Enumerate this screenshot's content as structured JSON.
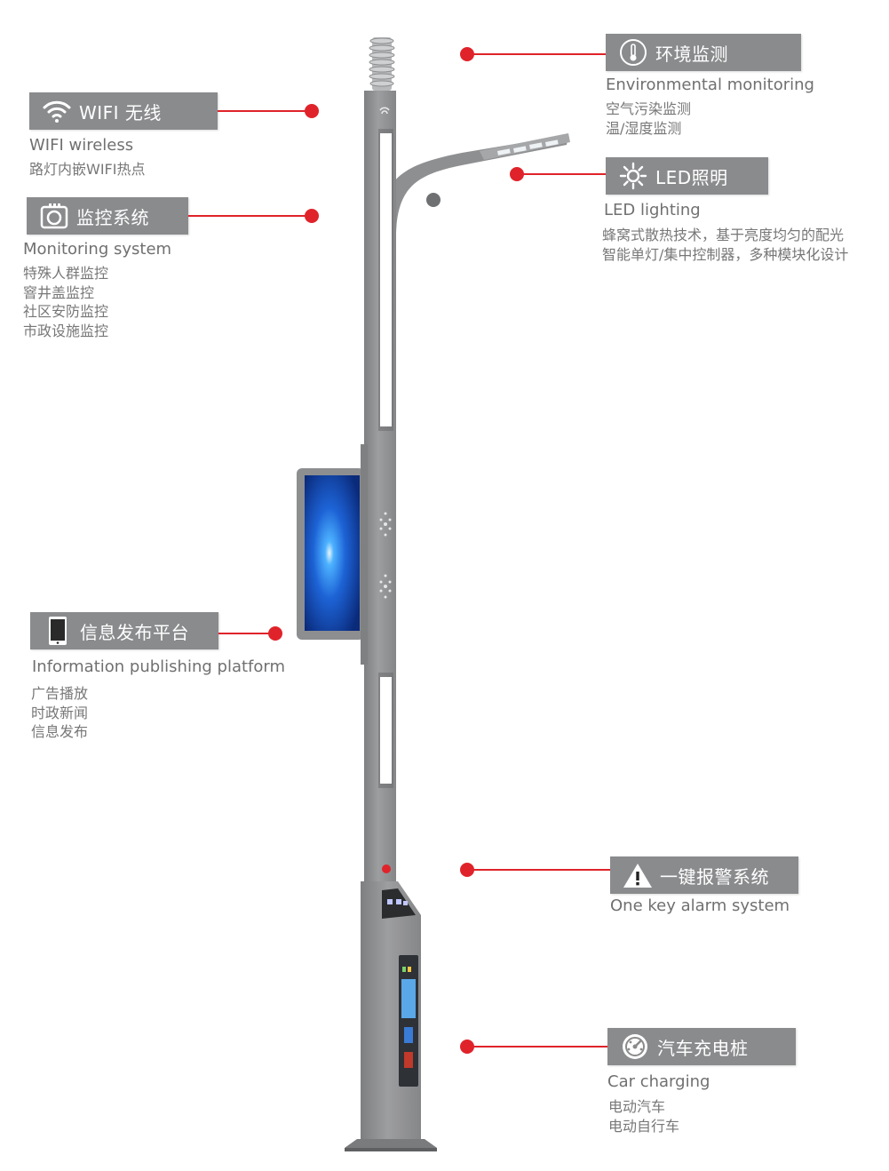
{
  "features": {
    "wifi": {
      "title": "WIFI 无线",
      "en": "WIFI wireless",
      "zh": [
        "路灯内嵌WIFI热点"
      ],
      "icon": "wifi-icon"
    },
    "monitor": {
      "title": "监控系统",
      "en": "Monitoring system",
      "zh": [
        "特殊人群监控",
        "窨井盖监控",
        "社区安防监控",
        "市政设施监控"
      ],
      "icon": "camera-icon"
    },
    "info": {
      "title": "信息发布平台",
      "en": "Information publishing platform",
      "zh": [
        "广告播放",
        "时政新闻",
        "信息发布"
      ],
      "icon": "tablet-icon"
    },
    "env": {
      "title": "环境监测",
      "en": "Environmental monitoring",
      "zh": [
        "空气污染监测",
        "温/湿度监测"
      ],
      "icon": "thermometer-icon"
    },
    "led": {
      "title": "LED照明",
      "en": "LED lighting",
      "zh": [
        "蜂窝式散热技术，基于亮度均匀的配光",
        "智能单灯/集中控制器，多种模块化设计"
      ],
      "icon": "sun-icon"
    },
    "alarm": {
      "title": "一键报警系统",
      "en": "One key alarm system",
      "zh": [],
      "icon": "warning-icon"
    },
    "charge": {
      "title": "汽车充电桩",
      "en": "Car charging",
      "zh": [
        "电动汽车",
        "电动自行车"
      ],
      "icon": "gauge-icon"
    }
  },
  "colors": {
    "tag_bg": "#8a8b8d",
    "accent_red": "#e0232a",
    "pole": "#8f9091",
    "screen": "#1b5fd0"
  }
}
